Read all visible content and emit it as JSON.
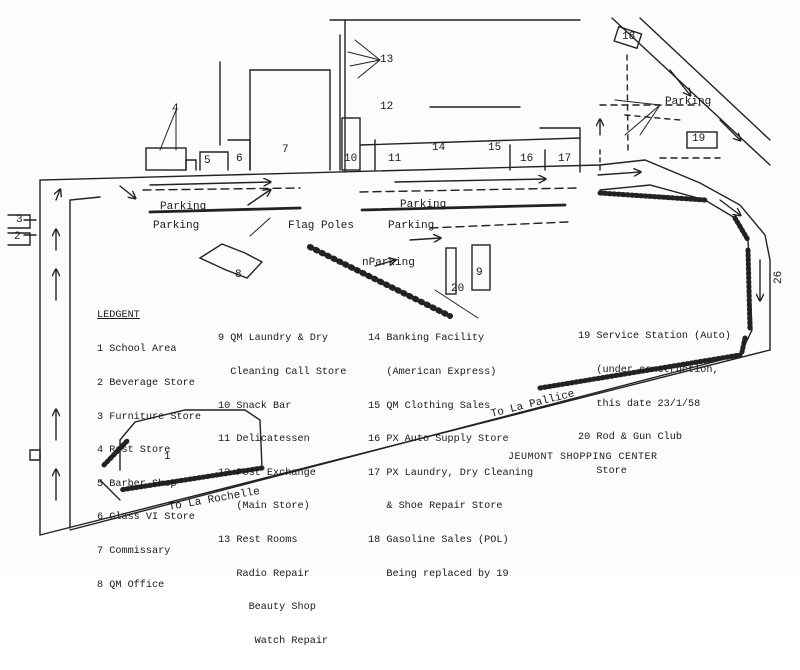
{
  "map": {
    "title": "JEUMONT SHOPPING CENTER",
    "building_numbers": [
      "1",
      "2",
      "3",
      "4",
      "5",
      "6",
      "7",
      "8",
      "9",
      "10",
      "11",
      "12",
      "13",
      "14",
      "15",
      "16",
      "17",
      "18",
      "19",
      "20"
    ],
    "place_labels": {
      "parking_1": "Parking",
      "parking_2": "Parking",
      "parking_3": "Parking",
      "parking_4": "Parking",
      "parking_5": "nParking",
      "parking_6": "Parking",
      "flag_poles": "Flag Poles"
    },
    "road_labels": {
      "la_rochelle": "To La Rochelle",
      "la_pallice": "To La Pallice",
      "road_number": "26"
    }
  },
  "legend": {
    "heading": "LEDGENT",
    "col1": [
      "1 School Area",
      "2 Beverage Store",
      "3 Furniture Store",
      "4 Rest Store",
      "5 Barber Shop",
      "6 Class VI Store",
      "7 Commissary",
      "8 QM Office"
    ],
    "col2": [
      "9 QM Laundry & Dry",
      "  Cleaning Call Store",
      "10 Snack Bar",
      "11 Delicatessen",
      "12 Post Exchange",
      "   (Main Store)",
      "13 Rest Rooms",
      "   Radio Repair",
      "     Beauty Shop",
      "      Watch Repair"
    ],
    "col3": [
      "14 Banking Facility",
      "   (American Express)",
      "15 QM Clothing Sales",
      "16 PX Auto Supply Store",
      "17 PX Laundry, Dry Cleaning",
      "   & Shoe Repair Store",
      "18 Gasoline Sales (POL)",
      "   Being replaced by 19"
    ],
    "col4": [
      "19 Service Station (Auto)",
      "   (under construction,",
      "   this date 23/1/58",
      "20 Rod & Gun Club",
      "   Store"
    ]
  }
}
